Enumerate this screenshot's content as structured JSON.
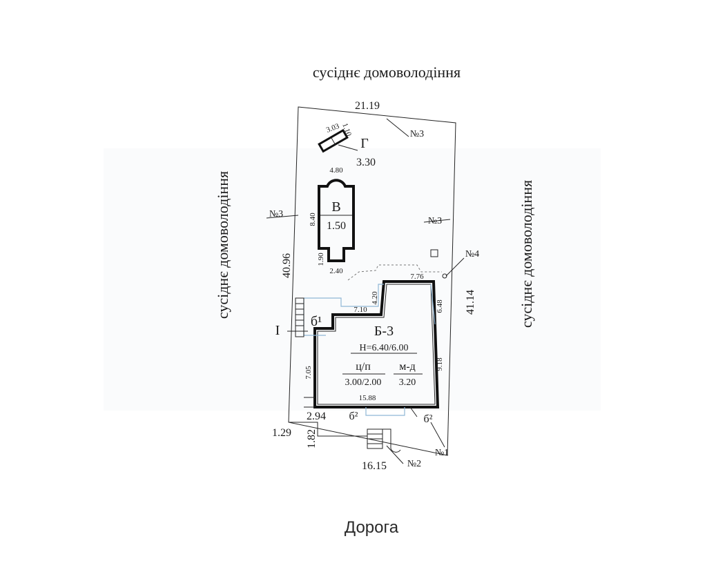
{
  "labels": {
    "neighbor_top": "сусіднє домоволодіння",
    "neighbor_left": "сусіднє домоволодіння",
    "neighbor_right": "сусіднє домоволодіння",
    "road": "Дорога"
  },
  "dimensions": {
    "top": "21.19",
    "left": "40.96",
    "right": "41.14",
    "bottom": "16.15",
    "shed_len": "3.03",
    "shed_w": "1.10",
    "v_top": "4.80",
    "v_side": "8.40",
    "v_low": "1.90",
    "v_bottom": "2.40",
    "top_inner": "7.76",
    "notch_v": "4.20",
    "notch_h": "7.10",
    "right_upper": "6.48",
    "right_lower": "9.18",
    "left_lower": "7.05",
    "bottom_main": "15.88",
    "bottom_left": "2.94",
    "corner": "1.29",
    "front": "1.82"
  },
  "buildings": {
    "g_letter": "Г",
    "g_value": "3.30",
    "v_letter": "В",
    "v_value": "1.50",
    "main_name": "Б-3",
    "main_height": "Н=6.40/6.00",
    "main_mat1": "ц/п",
    "main_mat1_val": "3.00/2.00",
    "main_mat2": "м-д",
    "main_mat2_val": "3.20"
  },
  "annexes": {
    "b1": "б¹",
    "b2_left": "б²",
    "b2_right": "б²",
    "porch": "I"
  },
  "fences": {
    "n1": "№1",
    "n2": "№2",
    "n3_top": "№3",
    "n3_left": "№3",
    "n3_right": "№3",
    "n4": "№4"
  }
}
